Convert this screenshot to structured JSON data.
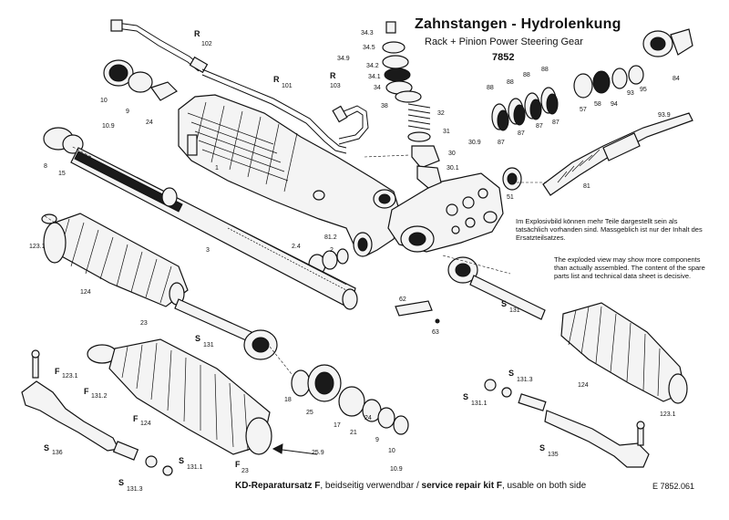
{
  "header": {
    "title": "Zahnstangen - Hydrolenkung",
    "subtitle": "Rack + Pinion Power Steering Gear",
    "code": "7852"
  },
  "notes": {
    "german": "Im Explosivbild können mehr Teile dargestellt sein als tatsächlich vorhanden sind. Massgeblich ist nur der Inhalt des Ersatzteilsatzes.",
    "english": "The exploded view may show more components than actually assembled. The content of the spare parts list and technical data sheet is decisive."
  },
  "footer": {
    "kit_de": "KD-Reparatursatz F",
    "text_de": ", beidseitig verwendbar /",
    "kit_en": "service repair kit F",
    "text_en": ", usable on both side",
    "ref": "E 7852.061"
  },
  "labels": [
    {
      "t": "R",
      "s": "102"
    },
    {
      "t": "R",
      "s": "101"
    },
    {
      "t": "R",
      "s": "103"
    },
    {
      "t": "34.3"
    },
    {
      "t": "34.5"
    },
    {
      "t": "34.9"
    },
    {
      "t": "34.2"
    },
    {
      "t": "34.1"
    },
    {
      "t": "34"
    },
    {
      "t": "38"
    },
    {
      "t": "32"
    },
    {
      "t": "31"
    },
    {
      "t": "30"
    },
    {
      "t": "30.1"
    },
    {
      "t": "30.9"
    },
    {
      "t": "88"
    },
    {
      "t": "88"
    },
    {
      "t": "88"
    },
    {
      "t": "88"
    },
    {
      "t": "95"
    },
    {
      "t": "84"
    },
    {
      "t": "57"
    },
    {
      "t": "58"
    },
    {
      "t": "94"
    },
    {
      "t": "93"
    },
    {
      "t": "93.9"
    },
    {
      "t": "87"
    },
    {
      "t": "87"
    },
    {
      "t": "87"
    },
    {
      "t": "87"
    },
    {
      "t": "81"
    },
    {
      "t": "51"
    },
    {
      "t": "10"
    },
    {
      "t": "9"
    },
    {
      "t": "10.9"
    },
    {
      "t": "24"
    },
    {
      "t": "1"
    },
    {
      "t": "8"
    },
    {
      "t": "15"
    },
    {
      "t": "81.2"
    },
    {
      "t": "2.4"
    },
    {
      "t": "2"
    },
    {
      "t": "3"
    },
    {
      "t": "123.1"
    },
    {
      "t": "124"
    },
    {
      "t": "23"
    },
    {
      "t": "S",
      "s": "131"
    },
    {
      "t": "62"
    },
    {
      "t": "63"
    },
    {
      "t": "S",
      "s": "131"
    },
    {
      "t": "F",
      "s": "123.1"
    },
    {
      "t": "F",
      "s": "131.2"
    },
    {
      "t": "F",
      "s": "124"
    },
    {
      "t": "18"
    },
    {
      "t": "25"
    },
    {
      "t": "17"
    },
    {
      "t": "21"
    },
    {
      "t": "24"
    },
    {
      "t": "9"
    },
    {
      "t": "10"
    },
    {
      "t": "25.9"
    },
    {
      "t": "10.9"
    },
    {
      "t": "S",
      "s": "136"
    },
    {
      "t": "S",
      "s": "131.1"
    },
    {
      "t": "F",
      "s": "23"
    },
    {
      "t": "S",
      "s": "131.3"
    },
    {
      "t": "S",
      "s": "131.3"
    },
    {
      "t": "S",
      "s": "131.1"
    },
    {
      "t": "124"
    },
    {
      "t": "123.1"
    },
    {
      "t": "S",
      "s": "135"
    }
  ]
}
